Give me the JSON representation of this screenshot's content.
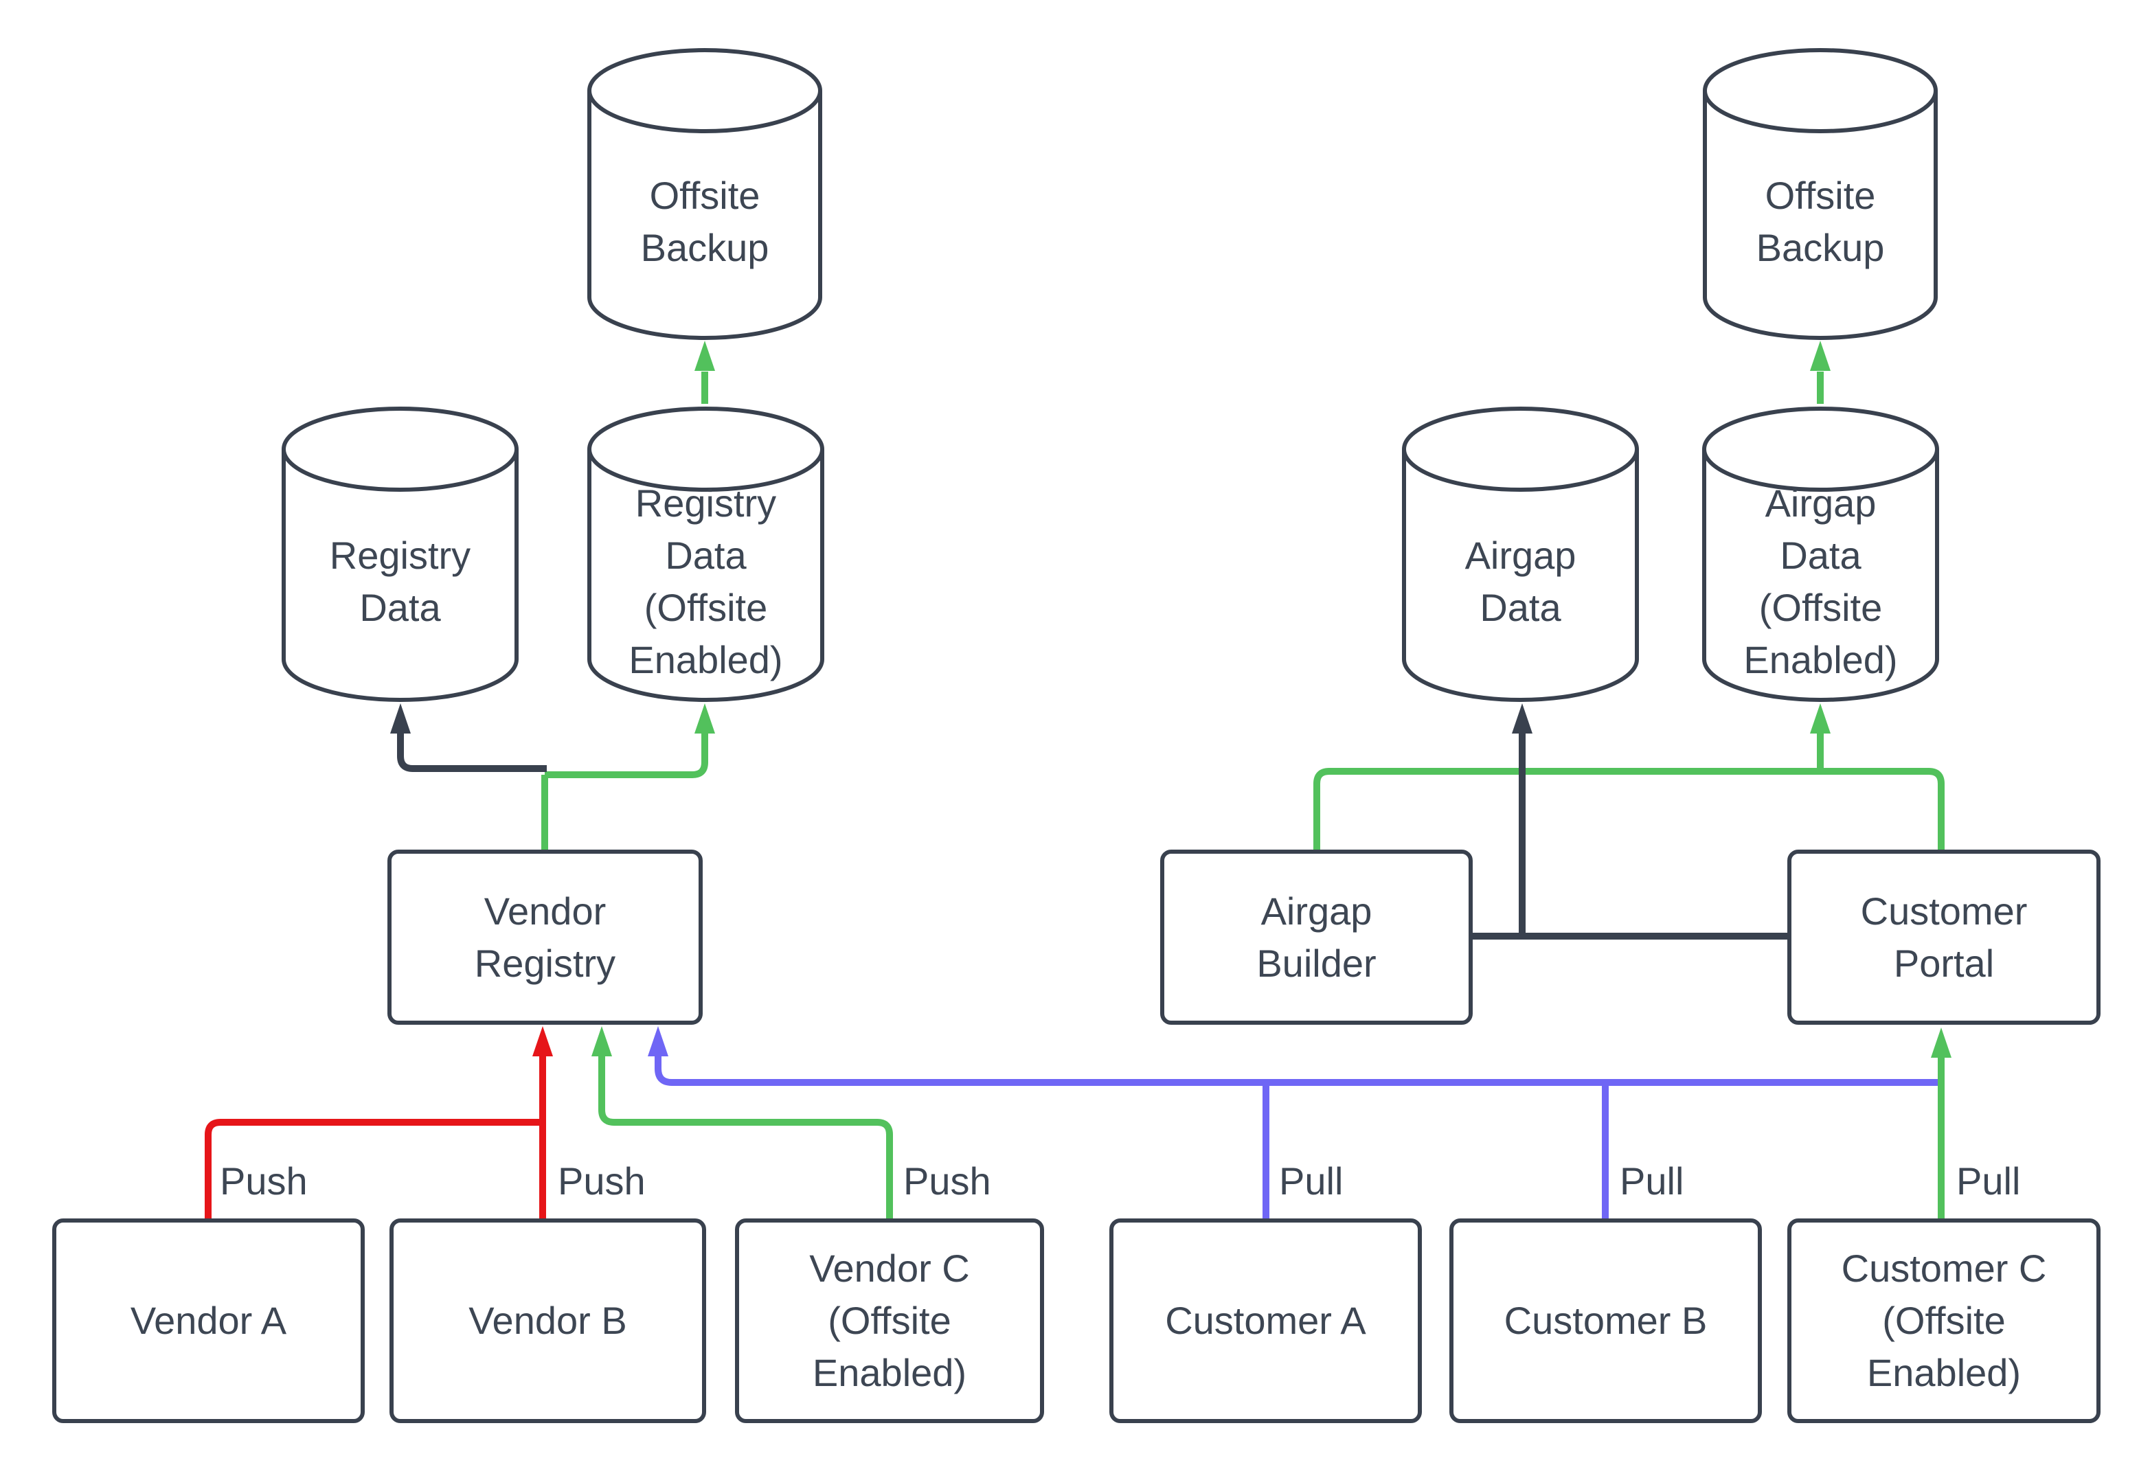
{
  "colors": {
    "outline_dark": "#39414e",
    "text": "#3d4653",
    "arrow_red": "#e61519",
    "arrow_green": "#52c15c",
    "arrow_blue": "#6f66f5",
    "background": "#ffffff"
  },
  "nodes": {
    "offsite_backup_left": {
      "shape": "database",
      "lines": [
        "Offsite",
        "Backup"
      ]
    },
    "registry_data": {
      "shape": "database",
      "lines": [
        "Registry",
        "Data"
      ]
    },
    "registry_data_offsite": {
      "shape": "database",
      "lines": [
        "Registry",
        "Data",
        "(Offsite",
        "Enabled)"
      ]
    },
    "airgap_data": {
      "shape": "database",
      "lines": [
        "Airgap",
        "Data"
      ]
    },
    "airgap_data_offsite": {
      "shape": "database",
      "lines": [
        "Airgap",
        "Data",
        "(Offsite",
        "Enabled)"
      ]
    },
    "offsite_backup_right": {
      "shape": "database",
      "lines": [
        "Offsite",
        "Backup"
      ]
    },
    "vendor_registry": {
      "shape": "rectangle",
      "lines": [
        "Vendor",
        "Registry"
      ]
    },
    "airgap_builder": {
      "shape": "rectangle",
      "lines": [
        "Airgap",
        "Builder"
      ]
    },
    "customer_portal": {
      "shape": "rectangle",
      "lines": [
        "Customer",
        "Portal"
      ]
    },
    "vendor_a": {
      "shape": "rectangle",
      "lines": [
        "Vendor A"
      ]
    },
    "vendor_b": {
      "shape": "rectangle",
      "lines": [
        "Vendor B"
      ]
    },
    "vendor_c": {
      "shape": "rectangle",
      "lines": [
        "Vendor C",
        "(Offsite",
        "Enabled)"
      ]
    },
    "customer_a": {
      "shape": "rectangle",
      "lines": [
        "Customer A"
      ]
    },
    "customer_b": {
      "shape": "rectangle",
      "lines": [
        "Customer B"
      ]
    },
    "customer_c": {
      "shape": "rectangle",
      "lines": [
        "Customer C",
        "(Offsite",
        "Enabled)"
      ]
    }
  },
  "edges": [
    {
      "from": "vendor_a",
      "to": "vendor_registry",
      "color": "red",
      "label": "Push"
    },
    {
      "from": "vendor_b",
      "to": "vendor_registry",
      "color": "red",
      "label": "Push"
    },
    {
      "from": "vendor_c",
      "to": "vendor_registry",
      "color": "green",
      "label": "Push"
    },
    {
      "from": "customer_a",
      "to": "vendor_registry",
      "color": "blue",
      "label": "Pull"
    },
    {
      "from": "customer_b",
      "to": "vendor_registry",
      "color": "blue",
      "label": "Pull"
    },
    {
      "from": "customer_c",
      "to": "customer_portal",
      "color": "green",
      "label": "Pull"
    },
    {
      "from": "vendor_registry",
      "to": "registry_data",
      "color": "dark",
      "label": ""
    },
    {
      "from": "vendor_registry",
      "to": "registry_data_offsite",
      "color": "green",
      "label": ""
    },
    {
      "from": "registry_data_offsite",
      "to": "offsite_backup_left",
      "color": "green",
      "label": ""
    },
    {
      "from": "airgap_builder, customer_portal",
      "to": "airgap_data",
      "color": "dark",
      "label": ""
    },
    {
      "from": "airgap_builder, customer_portal",
      "to": "airgap_data_offsite",
      "color": "green",
      "label": ""
    },
    {
      "from": "airgap_data_offsite",
      "to": "offsite_backup_right",
      "color": "green",
      "label": ""
    }
  ],
  "edge_labels": {
    "push": [
      "Push",
      "Push",
      "Push"
    ],
    "pull": [
      "Pull",
      "Pull",
      "Pull"
    ]
  }
}
